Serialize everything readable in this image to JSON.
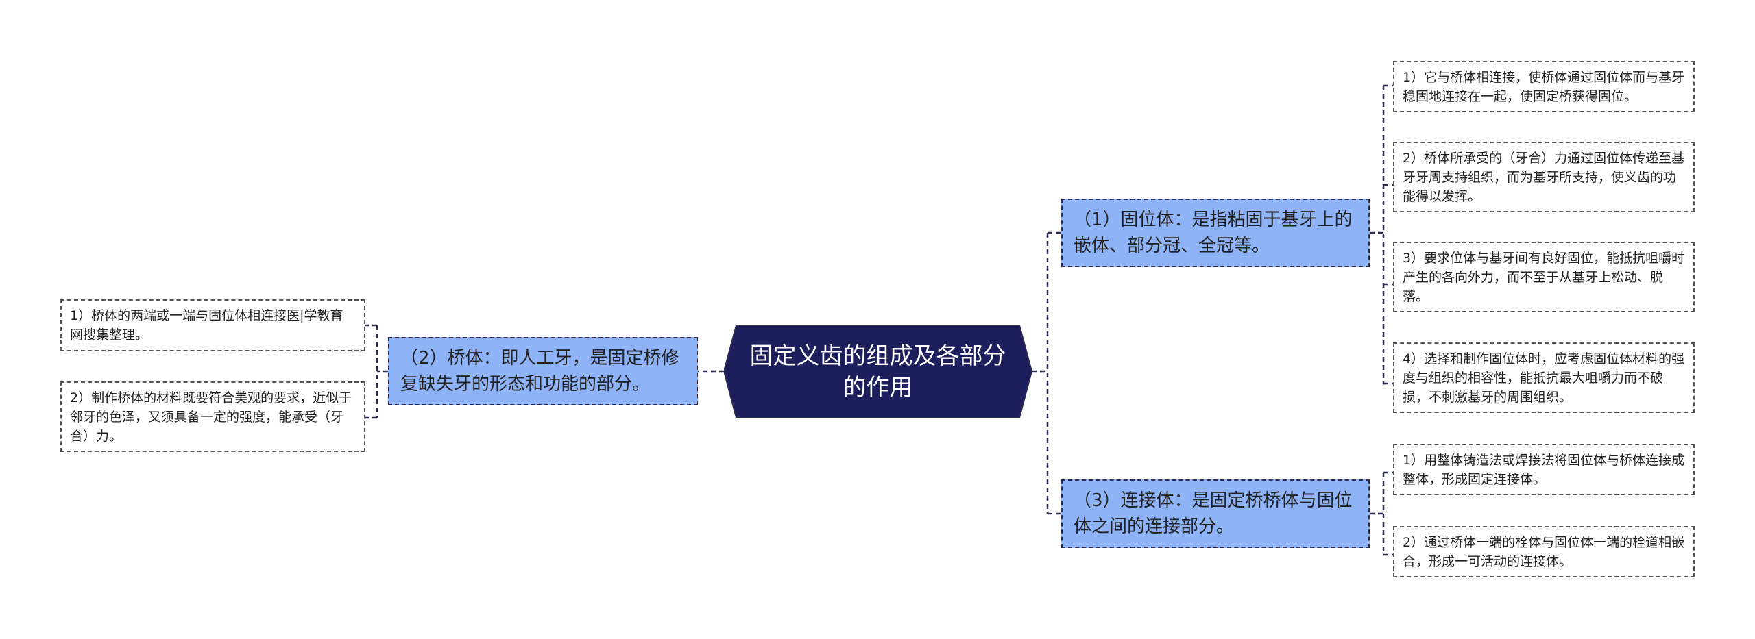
{
  "root": {
    "title": "固定义齿的组成及各部分的作用"
  },
  "branches": [
    {
      "label": "（1）固位体：是指粘固于基牙上的嵌体、部分冠、全冠等。",
      "children": [
        "1）它与桥体相连接，使桥体通过固位体而与基牙稳固地连接在一起，使固定桥获得固位。",
        "2）桥体所承受的（牙合）力通过固位体传递至基牙牙周支持组织，而为基牙所支持，使义齿的功能得以发挥。",
        "3）要求位体与基牙间有良好固位，能抵抗咀嚼时产生的各向外力，而不至于从基牙上松动、脱落。",
        "4）选择和制作固位体时，应考虑固位体材料的强度与组织的相容性，能抵抗最大咀嚼力而不破损，不刺激基牙的周围组织。"
      ]
    },
    {
      "label": "（2）桥体：即人工牙，是固定桥修复缺失牙的形态和功能的部分。",
      "children": [
        "1）桥体的两端或一端与固位体相连接医|学教育网搜集整理。",
        "2）制作桥体的材料既要符合美观的要求，近似于邻牙的色泽，又须具备一定的强度，能承受（牙合）力。"
      ]
    },
    {
      "label": "（3）连接体：是固定桥桥体与固位体之间的连接部分。",
      "children": [
        "1）用整体铸造法或焊接法将固位体与桥体连接成整体，形成固定连接体。",
        "2）通过桥体一端的栓体与固位体一端的栓道相嵌合，形成一可活动的连接体。"
      ]
    }
  ],
  "colors": {
    "root_fill": "#1d1f5c",
    "branch_fill": "#8fb3f7",
    "connector": "#2b2b4f",
    "leaf_border": "#555555"
  }
}
